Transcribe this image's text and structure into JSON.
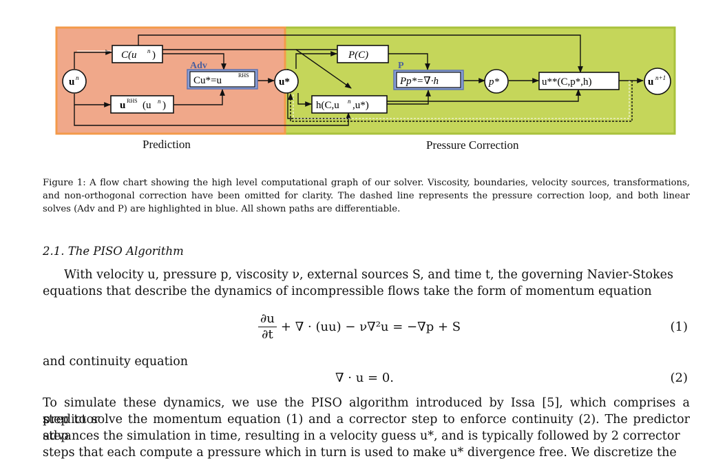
{
  "diagram": {
    "regions": {
      "prediction": "Prediction",
      "pressure_correction": "Pressure Correction"
    },
    "highlight_labels": {
      "adv": "Adv",
      "p": "P"
    },
    "nodes": {
      "u_n": "u",
      "u_n_sup": "n",
      "c_un": "C(u",
      "c_un_sup": "n",
      "c_un_close": ")",
      "urhs": "u",
      "urhs_sup": "RHS",
      "urhs_arg": "(u",
      "urhs_arg_sup": "n",
      "urhs_close": ")",
      "adv_eq": "Cu*=u",
      "adv_eq_sup": "RHS",
      "u_star": "u*",
      "p_c": "P(C)",
      "h_node": "h(C,u",
      "h_node_sup": "n",
      "h_node_end": ",u*)",
      "pp_eq": "Pp*=∇·h",
      "p_star": "p*",
      "u_starstar": "u**(C,p*,h)",
      "u_n1": "u",
      "u_n1_sup": "n+1"
    },
    "colors": {
      "prediction_bg": "#f0a88a",
      "prediction_border": "#f39a4a",
      "correction_bg": "#c5d65a",
      "correction_border": "#a9c23c",
      "highlight_blue": "#7f93d0"
    }
  },
  "caption": "Figure 1: A flow chart showing the high level computational graph of our solver. Viscosity, boundaries, velocity sources, transformations, and non-orthogonal correction have been omitted for clarity. The dashed line represents the pressure correction loop, and both linear solves (Adv and P) are highlighted in blue. All shown paths are differentiable.",
  "section_title": "2.1. The PISO Algorithm",
  "para1_line1": "With velocity u, pressure p, viscosity ν, external sources S, and time t, the governing Navier-Stokes",
  "para1_line2": "equations that describe the dynamics of incompressible flows take the form of momentum equation",
  "eq1": {
    "num": "∂u",
    "den": "∂t",
    "rest": "+ ∇ · (uu) − ν∇²u = −∇p + S",
    "label": "(1)"
  },
  "continuity_text": "and continuity equation",
  "eq2": {
    "body": "∇ · u = 0.",
    "label": "(2)"
  },
  "para2_lines": [
    "To simulate these dynamics, we use the PISO algorithm introduced by Issa [5], which comprises a predictor",
    "step to solve the momentum equation (1) and a corrector step to enforce continuity (2). The predictor step",
    "advances the simulation in time, resulting in a velocity guess u*, and is typically followed by 2 corrector",
    "steps that each compute a pressure which in turn is used to make u* divergence free. We discretize the"
  ]
}
